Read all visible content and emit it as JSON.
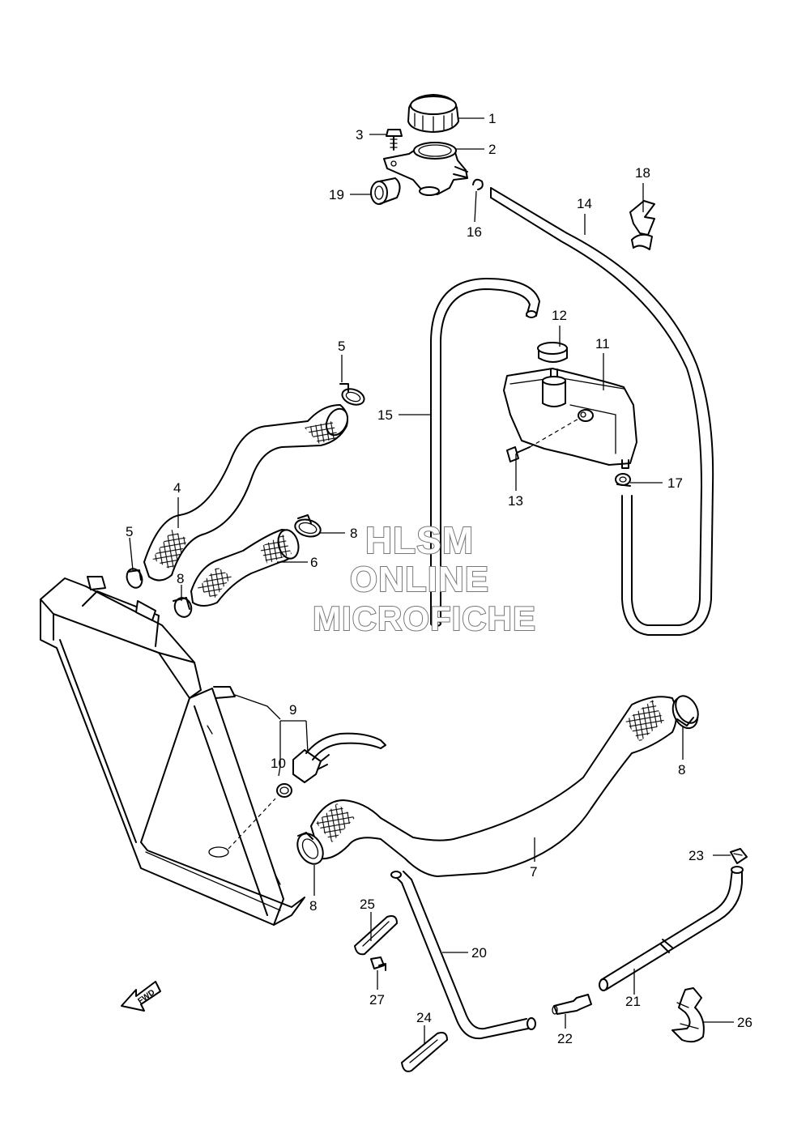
{
  "labels": {
    "p1": "1",
    "p2": "2",
    "p3": "3",
    "p4": "4",
    "p5a": "5",
    "p5b": "5",
    "p6": "6",
    "p7": "7",
    "p8a": "8",
    "p8b": "8",
    "p8c": "8",
    "p8d": "8",
    "p9": "9",
    "p10": "10",
    "p11": "11",
    "p12": "12",
    "p13": "13",
    "p14": "14",
    "p15": "15",
    "p16": "16",
    "p17": "17",
    "p18": "18",
    "p19": "19",
    "p20": "20",
    "p21": "21",
    "p22": "22",
    "p23": "23",
    "p24": "24",
    "p25": "25",
    "p26": "26",
    "p27": "27"
  },
  "watermark": {
    "line1": "HLSM",
    "line2": "ONLINE",
    "line3": "MICROFICHE"
  },
  "fwd_label": "FWD"
}
